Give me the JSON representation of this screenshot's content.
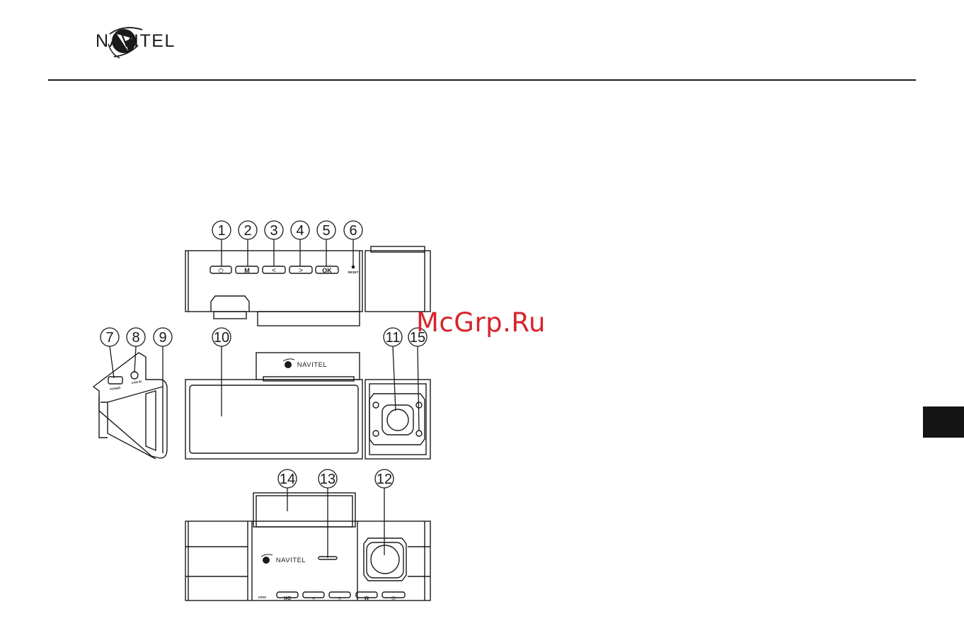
{
  "brand": {
    "name": "NAVITEL",
    "color": "#1a1a1a"
  },
  "watermark": {
    "text": "McGrp.Ru",
    "color": "#d6252b"
  },
  "side_tab": {
    "color": "#141414"
  },
  "buttons": {
    "power_glyph": "⏻",
    "menu": "M",
    "prev": "<",
    "next": ">",
    "ok": "OK",
    "reset": "RESET"
  },
  "ports": {
    "power": "POWER",
    "cam_in": "CAM IN"
  },
  "callouts": [
    "1",
    "2",
    "3",
    "4",
    "5",
    "6",
    "7",
    "8",
    "9",
    "10",
    "11",
    "15",
    "14",
    "13",
    "12"
  ]
}
